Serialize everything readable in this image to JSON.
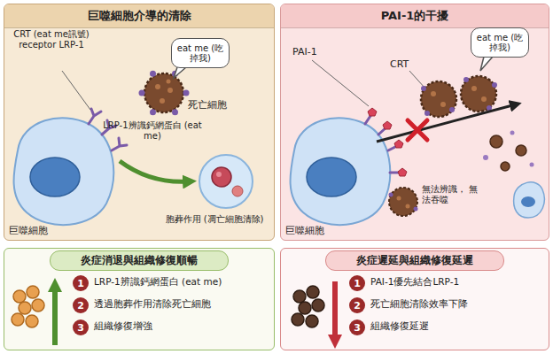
{
  "diagram": {
    "nodes": [
      {
        "text": [
          "巨噬細胞介導的清除"
        ]
      },
      {
        "text": [
          "eat me (吃掉我)"
        ],
        "in": 0
      },
      {
        "text": [
          "PAI-1的干擾"
        ]
      },
      {
        "text": [
          "eat me (吃掉我)"
        ],
        "in": 2
      },
      {
        "text": [
          "炎症消退與組織修復順暢"
        ]
      },
      {
        "text": [
          "1"
        ],
        "in": 4
      },
      {
        "text": [
          "2"
        ],
        "in": 4
      },
      {
        "text": [
          "3"
        ],
        "in": 4
      },
      {
        "text": [
          "炎症遲延與組織修復延遲"
        ]
      },
      {
        "text": [
          "1"
        ],
        "in": 8
      },
      {
        "text": [
          "2"
        ],
        "in": 8
      },
      {
        "text": [
          "3"
        ],
        "in": 8
      }
    ],
    "labels": [
      "CRT (eat me訊號) receptor LRP-1",
      "死亡細胞",
      "LRP-1辨識鈣網蛋白 (eat me)",
      "胞葬作用 (凋亡細胞清除)",
      "巨噬細胞",
      "PAI-1",
      "CRT",
      "無法辨識， 無法吞噬",
      "巨噬細胞",
      "LRP-1辨識鈣網蛋白 (eat me)",
      "透過胞葬作用清除死亡細胞",
      "組織修復增強",
      "PAI-1優先結合LRP-1",
      "死亡細胞清除效率下降",
      "組織修復延遲"
    ]
  }
}
